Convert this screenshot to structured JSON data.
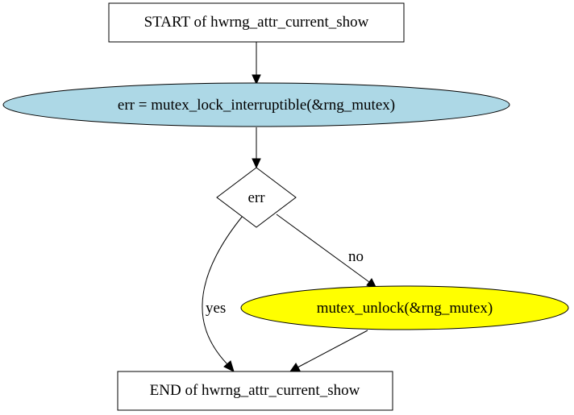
{
  "colors": {
    "background": "#ffffff",
    "stroke": "#000000",
    "process_fill": "#add8e6",
    "unlock_fill": "#ffff00",
    "box_fill": "#ffffff",
    "decision_fill": "#ffffff"
  },
  "nodes": {
    "start": {
      "label": "START of hwrng_attr_current_show",
      "shape": "box"
    },
    "lock": {
      "label": "err = mutex_lock_interruptible(&rng_mutex)",
      "shape": "ellipse"
    },
    "decision": {
      "label": "err",
      "shape": "diamond"
    },
    "unlock": {
      "label": "mutex_unlock(&rng_mutex)",
      "shape": "ellipse"
    },
    "end": {
      "label": "END of hwrng_attr_current_show",
      "shape": "box"
    }
  },
  "edges": {
    "start_to_lock": {
      "from": "start",
      "to": "lock",
      "label": ""
    },
    "lock_to_decision": {
      "from": "lock",
      "to": "decision",
      "label": ""
    },
    "decision_to_end": {
      "from": "decision",
      "to": "end",
      "label": "yes"
    },
    "decision_to_unlock": {
      "from": "decision",
      "to": "unlock",
      "label": "no"
    },
    "unlock_to_end": {
      "from": "unlock",
      "to": "end",
      "label": ""
    }
  }
}
